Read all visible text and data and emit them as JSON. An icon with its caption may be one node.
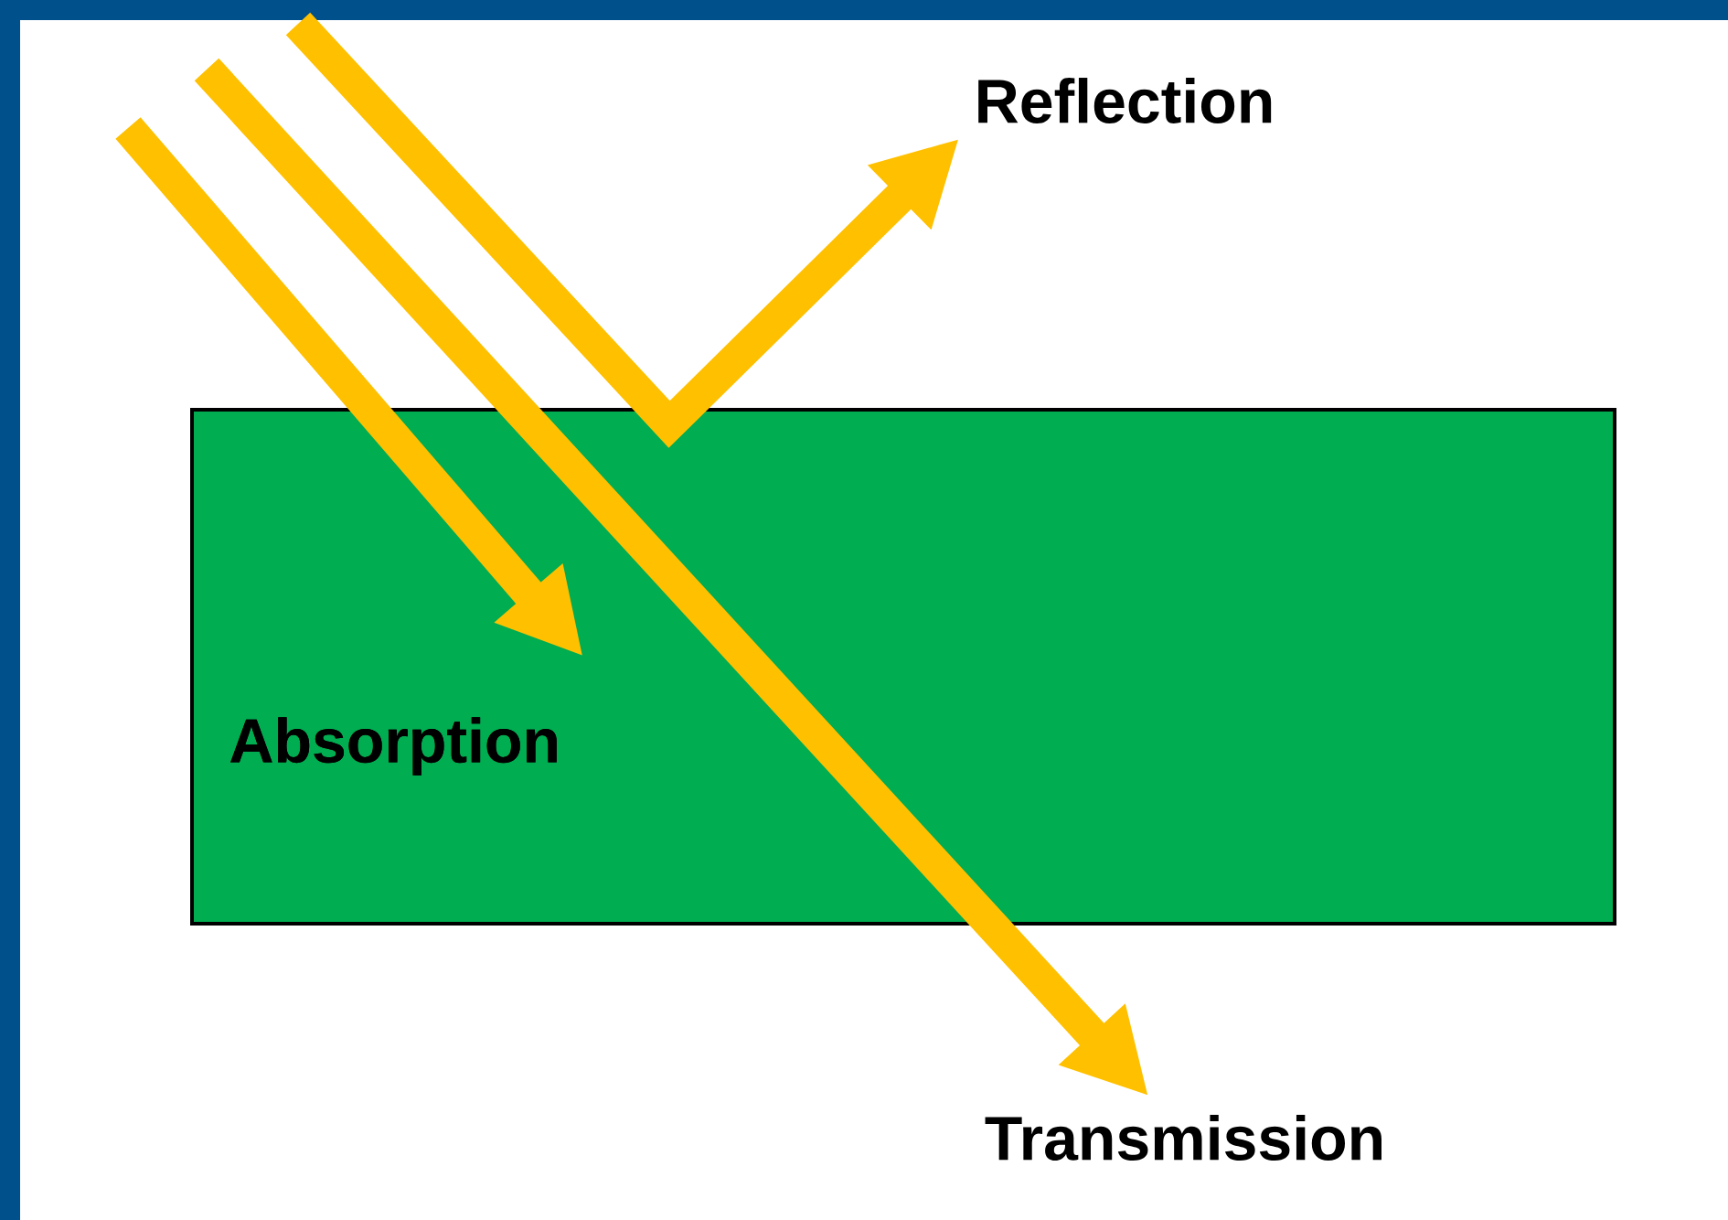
{
  "diagram": {
    "nodes": [
      {
        "text": [
          "Absorption"
        ]
      },
      {
        "text": [
          "Reflection"
        ]
      },
      {
        "text": [
          "Transmission"
        ]
      }
    ],
    "edges": [
      {
        "from": null,
        "to": 0,
        "arrow": "to"
      },
      {
        "from": null,
        "to": 2,
        "arrow": "to"
      },
      {
        "from": null,
        "to": 1,
        "arrow": "to"
      }
    ]
  }
}
